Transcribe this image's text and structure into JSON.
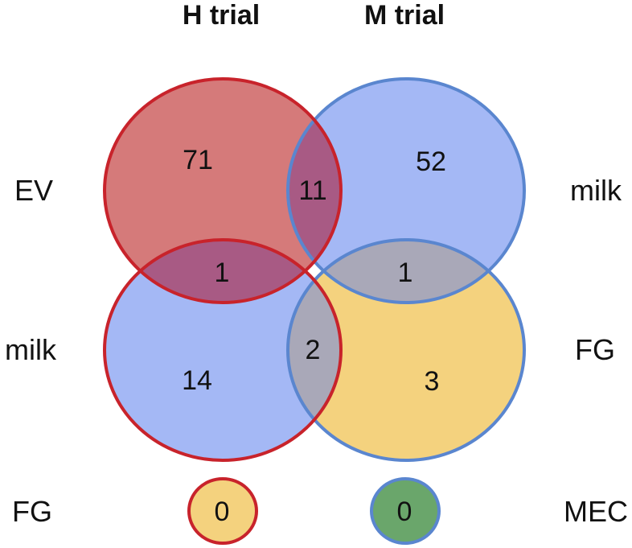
{
  "colors": {
    "red_fill": "#d57a7a",
    "red_stroke": "#c8232b",
    "blue_fill": "#a4b8f5",
    "blue_stroke": "#5a86cf",
    "gold_fill": "#f4d27e",
    "green_fill": "#6aa66b",
    "overlap_red_blue": "#a85a84",
    "overlap_blue_gold": "#a9a8b8"
  },
  "headers": {
    "h_trial": "H trial",
    "m_trial": "M trial"
  },
  "left_labels": {
    "row1": "EV",
    "row2": "milk",
    "row3": "FG"
  },
  "right_labels": {
    "row1": "milk",
    "row2": "FG",
    "row3": "MEC"
  },
  "counts": {
    "h_ev_only": "71",
    "ev_h_milk_m_overlap": "11",
    "m_milk_only": "52",
    "h_ev_milk_overlap": "1",
    "m_milk_fg_overlap": "1",
    "h_milk_only": "14",
    "h_milk_m_fg_overlap": "2",
    "m_fg_only": "3",
    "h_fg": "0",
    "m_mec": "0"
  }
}
